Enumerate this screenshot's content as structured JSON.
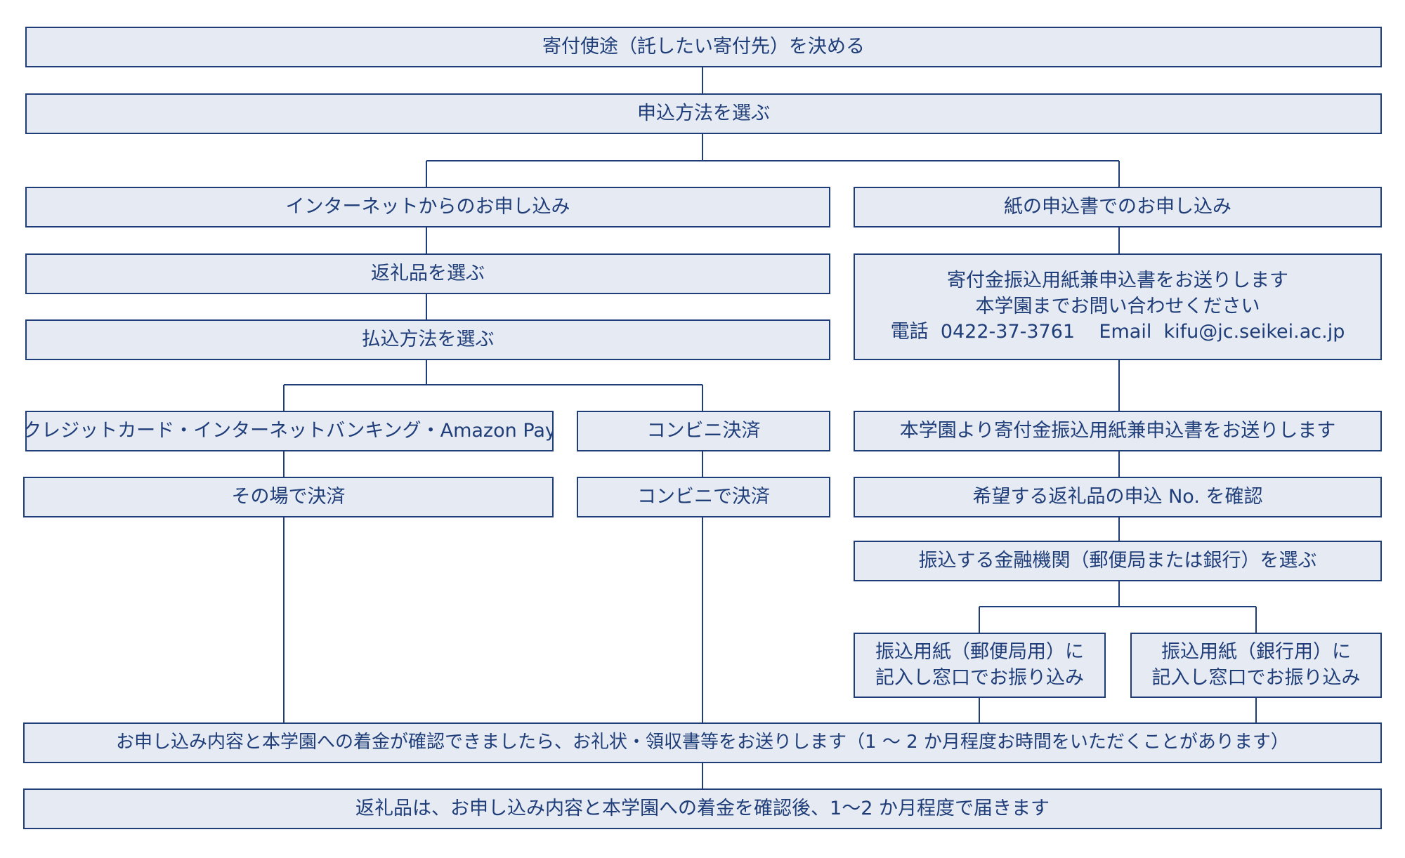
{
  "colors": {
    "box_fill": "#e6ebf3",
    "box_border": "#1f3d78",
    "text": "#1f3d78",
    "connector": "#1f3d78"
  },
  "steps": {
    "decide_purpose": "寄付使途（託したい寄付先）を決める",
    "choose_method": "申込方法を選ぶ",
    "internet_apply": "インターネットからのお申し込み",
    "paper_apply": "紙の申込書でのお申し込み",
    "choose_gift": "返礼品を選ぶ",
    "choose_payment": "払込方法を選ぶ",
    "paper_info": {
      "line1": "寄付金振込用紙兼申込書をお送りします",
      "line2": "本学園までお問い合わせください",
      "line3": "電話  0422-37-3761    Email  kifu@jc.seikei.ac.jp"
    },
    "card_payment": "クレジットカード・インターネットバンキング・Amazon Pay",
    "convenience_payment": "コンビニ決済",
    "school_sends_form": "本学園より寄付金振込用紙兼申込書をお送りします",
    "pay_on_spot": "その場で決済",
    "pay_at_convenience": "コンビニで決済",
    "confirm_gift_number": "希望する返礼品の申込 No. を確認",
    "choose_institution": "振込する金融機関（郵便局または銀行）を選ぶ",
    "post_office_form": {
      "line1": "振込用紙（郵便局用）に",
      "line2": "記入し窓口でお振り込み"
    },
    "bank_form": {
      "line1": "振込用紙（銀行用）に",
      "line2": "記入し窓口でお振り込み"
    },
    "receipt_notice": "お申し込み内容と本学園への着金が確認できましたら、お礼状・領収書等をお送りします（1 〜 2 か月程度お時間をいただくことがあります）",
    "gift_delivery": "返礼品は、お申し込み内容と本学園への着金を確認後、1〜2 か月程度で届きます"
  }
}
